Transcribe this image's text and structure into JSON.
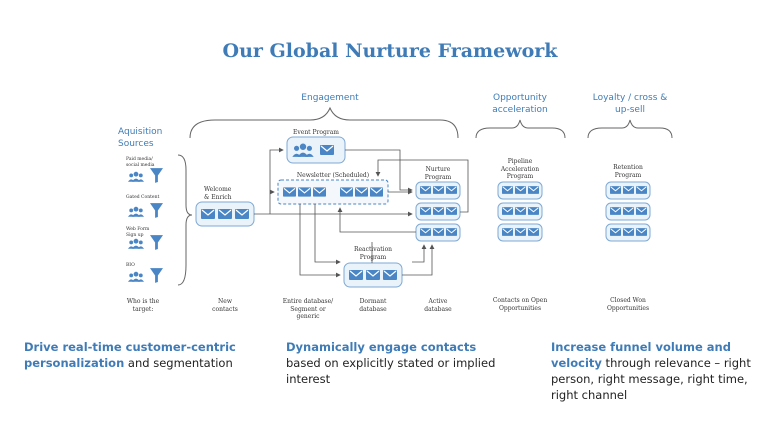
{
  "title": "Our Global Nurture Framework",
  "headers": {
    "engagement": "Engagement",
    "opportunity": "Opportunity acceleration",
    "loyalty": "Loyalty / cross & up-sell",
    "acquisition": "Aquisition Sources"
  },
  "sources": [
    "Paid media/ social media",
    "Gated Content",
    "Web Form Sign up",
    "BIO"
  ],
  "programs": {
    "event": "Event Program",
    "newsletter": "Newsletter (Scheduled)",
    "welcome": "Welcome & Enrich",
    "nurture": "Nurture Program",
    "reactivation": "Reactivation Program",
    "pipeline": "Pipeline Acceleration Program",
    "retention": "Retention Program"
  },
  "targets": {
    "who": "Who is the target:",
    "new": "New contacts",
    "entire": "Entire database/ Segment or generic",
    "dormant": "Dormant database",
    "active": "Active database",
    "open_opps": "Contacts on Open Opportunities",
    "closed_won": "Closed Won Opportunities"
  },
  "captions": {
    "c1_highlight": "Drive real-time customer-centric personalization",
    "c1_rest": " and segmentation",
    "c2_highlight": "Dynamically engage contacts",
    "c2_rest": " based on explicitly stated or implied interest",
    "c3_highlight": "Increase funnel volume and velocity",
    "c3_rest": " through relevance – right person, right message, right time, right channel"
  },
  "colors": {
    "accent": "#3f7cb7",
    "box_fill": "#eaf2fa",
    "box_stroke": "#7ea9d4",
    "icon": "#4a86c5"
  }
}
